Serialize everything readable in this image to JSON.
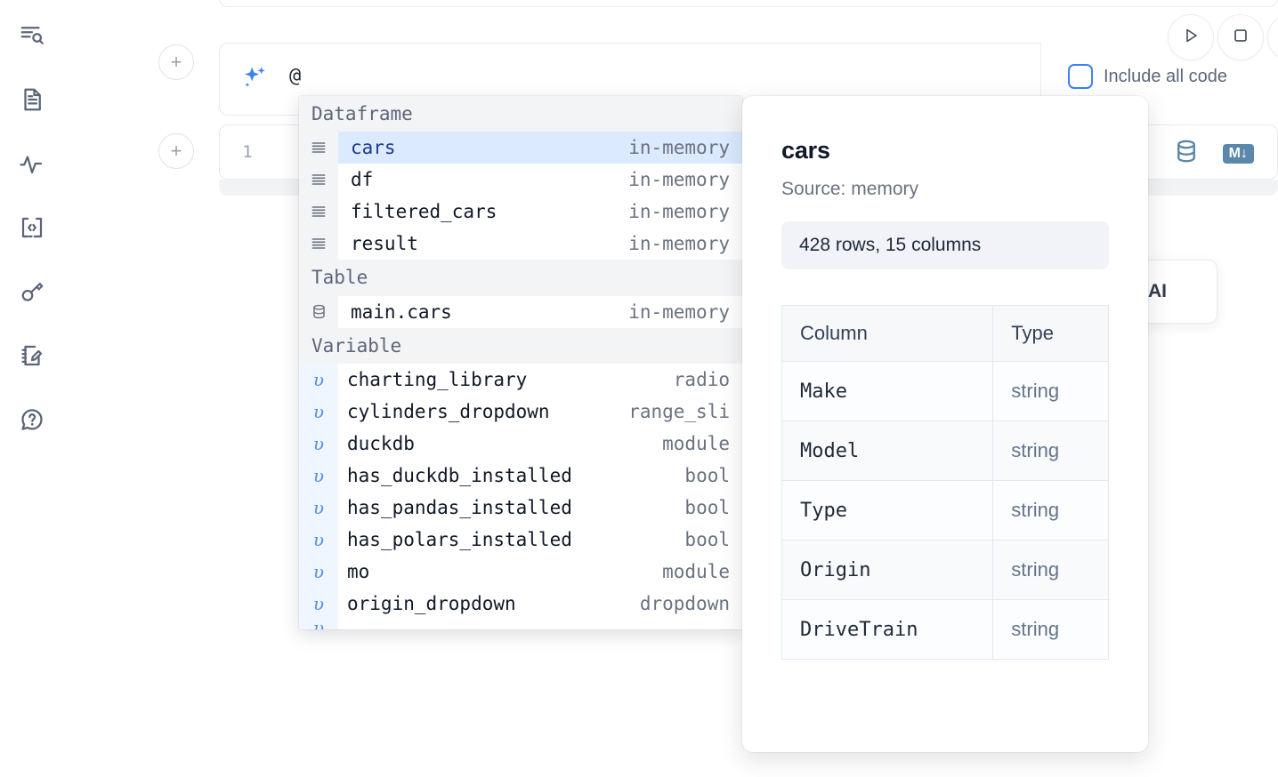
{
  "rail": {
    "items": [
      {
        "icon": "search-outline-icon",
        "name": "explore"
      },
      {
        "icon": "document-icon",
        "name": "file"
      },
      {
        "icon": "activity-pulse-icon",
        "name": "activity"
      },
      {
        "icon": "code-brackets-icon",
        "name": "snippets"
      },
      {
        "icon": "key-icon",
        "name": "secrets"
      },
      {
        "icon": "notebook-pencil-icon",
        "name": "scratchpad"
      },
      {
        "icon": "help-chat-icon",
        "name": "help"
      }
    ]
  },
  "toolbar": {
    "run_icon": "play-icon",
    "stop_icon": "stop-icon",
    "include_all_code_label": "Include all code",
    "include_all_code_checked": false,
    "accent_color": "#3b82f6"
  },
  "add_cell": {
    "label": "+"
  },
  "ai_prompt": {
    "icon": "sparkle-ai-icon",
    "value": "@",
    "placeholder": "",
    "icon_color": "#3b82f6"
  },
  "code_cell": {
    "line_number": "1",
    "db_icon": "database-icon",
    "markdown_badge": "M↓",
    "icon_color": "#5b87ab"
  },
  "ai_card": {
    "label": "h AI"
  },
  "autocomplete": {
    "groups": [
      {
        "label": "Dataframe",
        "items": [
          {
            "icon": "dataframe-lines-icon",
            "name": "cars",
            "type": "in-memory",
            "selected": true
          },
          {
            "icon": "dataframe-lines-icon",
            "name": "df",
            "type": "in-memory",
            "selected": false
          },
          {
            "icon": "dataframe-lines-icon",
            "name": "filtered_cars",
            "type": "in-memory",
            "selected": false
          },
          {
            "icon": "dataframe-lines-icon",
            "name": "result",
            "type": "in-memory",
            "selected": false
          }
        ]
      },
      {
        "label": "Table",
        "items": [
          {
            "icon": "database-icon",
            "name": "main.cars",
            "type": "in-memory",
            "selected": false
          }
        ]
      },
      {
        "label": "Variable",
        "items": [
          {
            "icon": "variable-icon",
            "name": "charting_library",
            "type": "radio",
            "selected": false
          },
          {
            "icon": "variable-icon",
            "name": "cylinders_dropdown",
            "type": "range_sli",
            "selected": false
          },
          {
            "icon": "variable-icon",
            "name": "duckdb",
            "type": "module",
            "selected": false
          },
          {
            "icon": "variable-icon",
            "name": "has_duckdb_installed",
            "type": "bool",
            "selected": false
          },
          {
            "icon": "variable-icon",
            "name": "has_pandas_installed",
            "type": "bool",
            "selected": false
          },
          {
            "icon": "variable-icon",
            "name": "has_polars_installed",
            "type": "bool",
            "selected": false
          },
          {
            "icon": "variable-icon",
            "name": "mo",
            "type": "module",
            "selected": false
          },
          {
            "icon": "variable-icon",
            "name": "origin_dropdown",
            "type": "dropdown",
            "selected": false
          }
        ]
      }
    ]
  },
  "preview": {
    "title": "cars",
    "source": "Source: memory",
    "shape": "428 rows, 15 columns",
    "columns_header": "Column",
    "type_header": "Type",
    "rows": [
      {
        "column": "Make",
        "type": "string"
      },
      {
        "column": "Model",
        "type": "string"
      },
      {
        "column": "Type",
        "type": "string"
      },
      {
        "column": "Origin",
        "type": "string"
      },
      {
        "column": "DriveTrain",
        "type": "string"
      }
    ]
  }
}
